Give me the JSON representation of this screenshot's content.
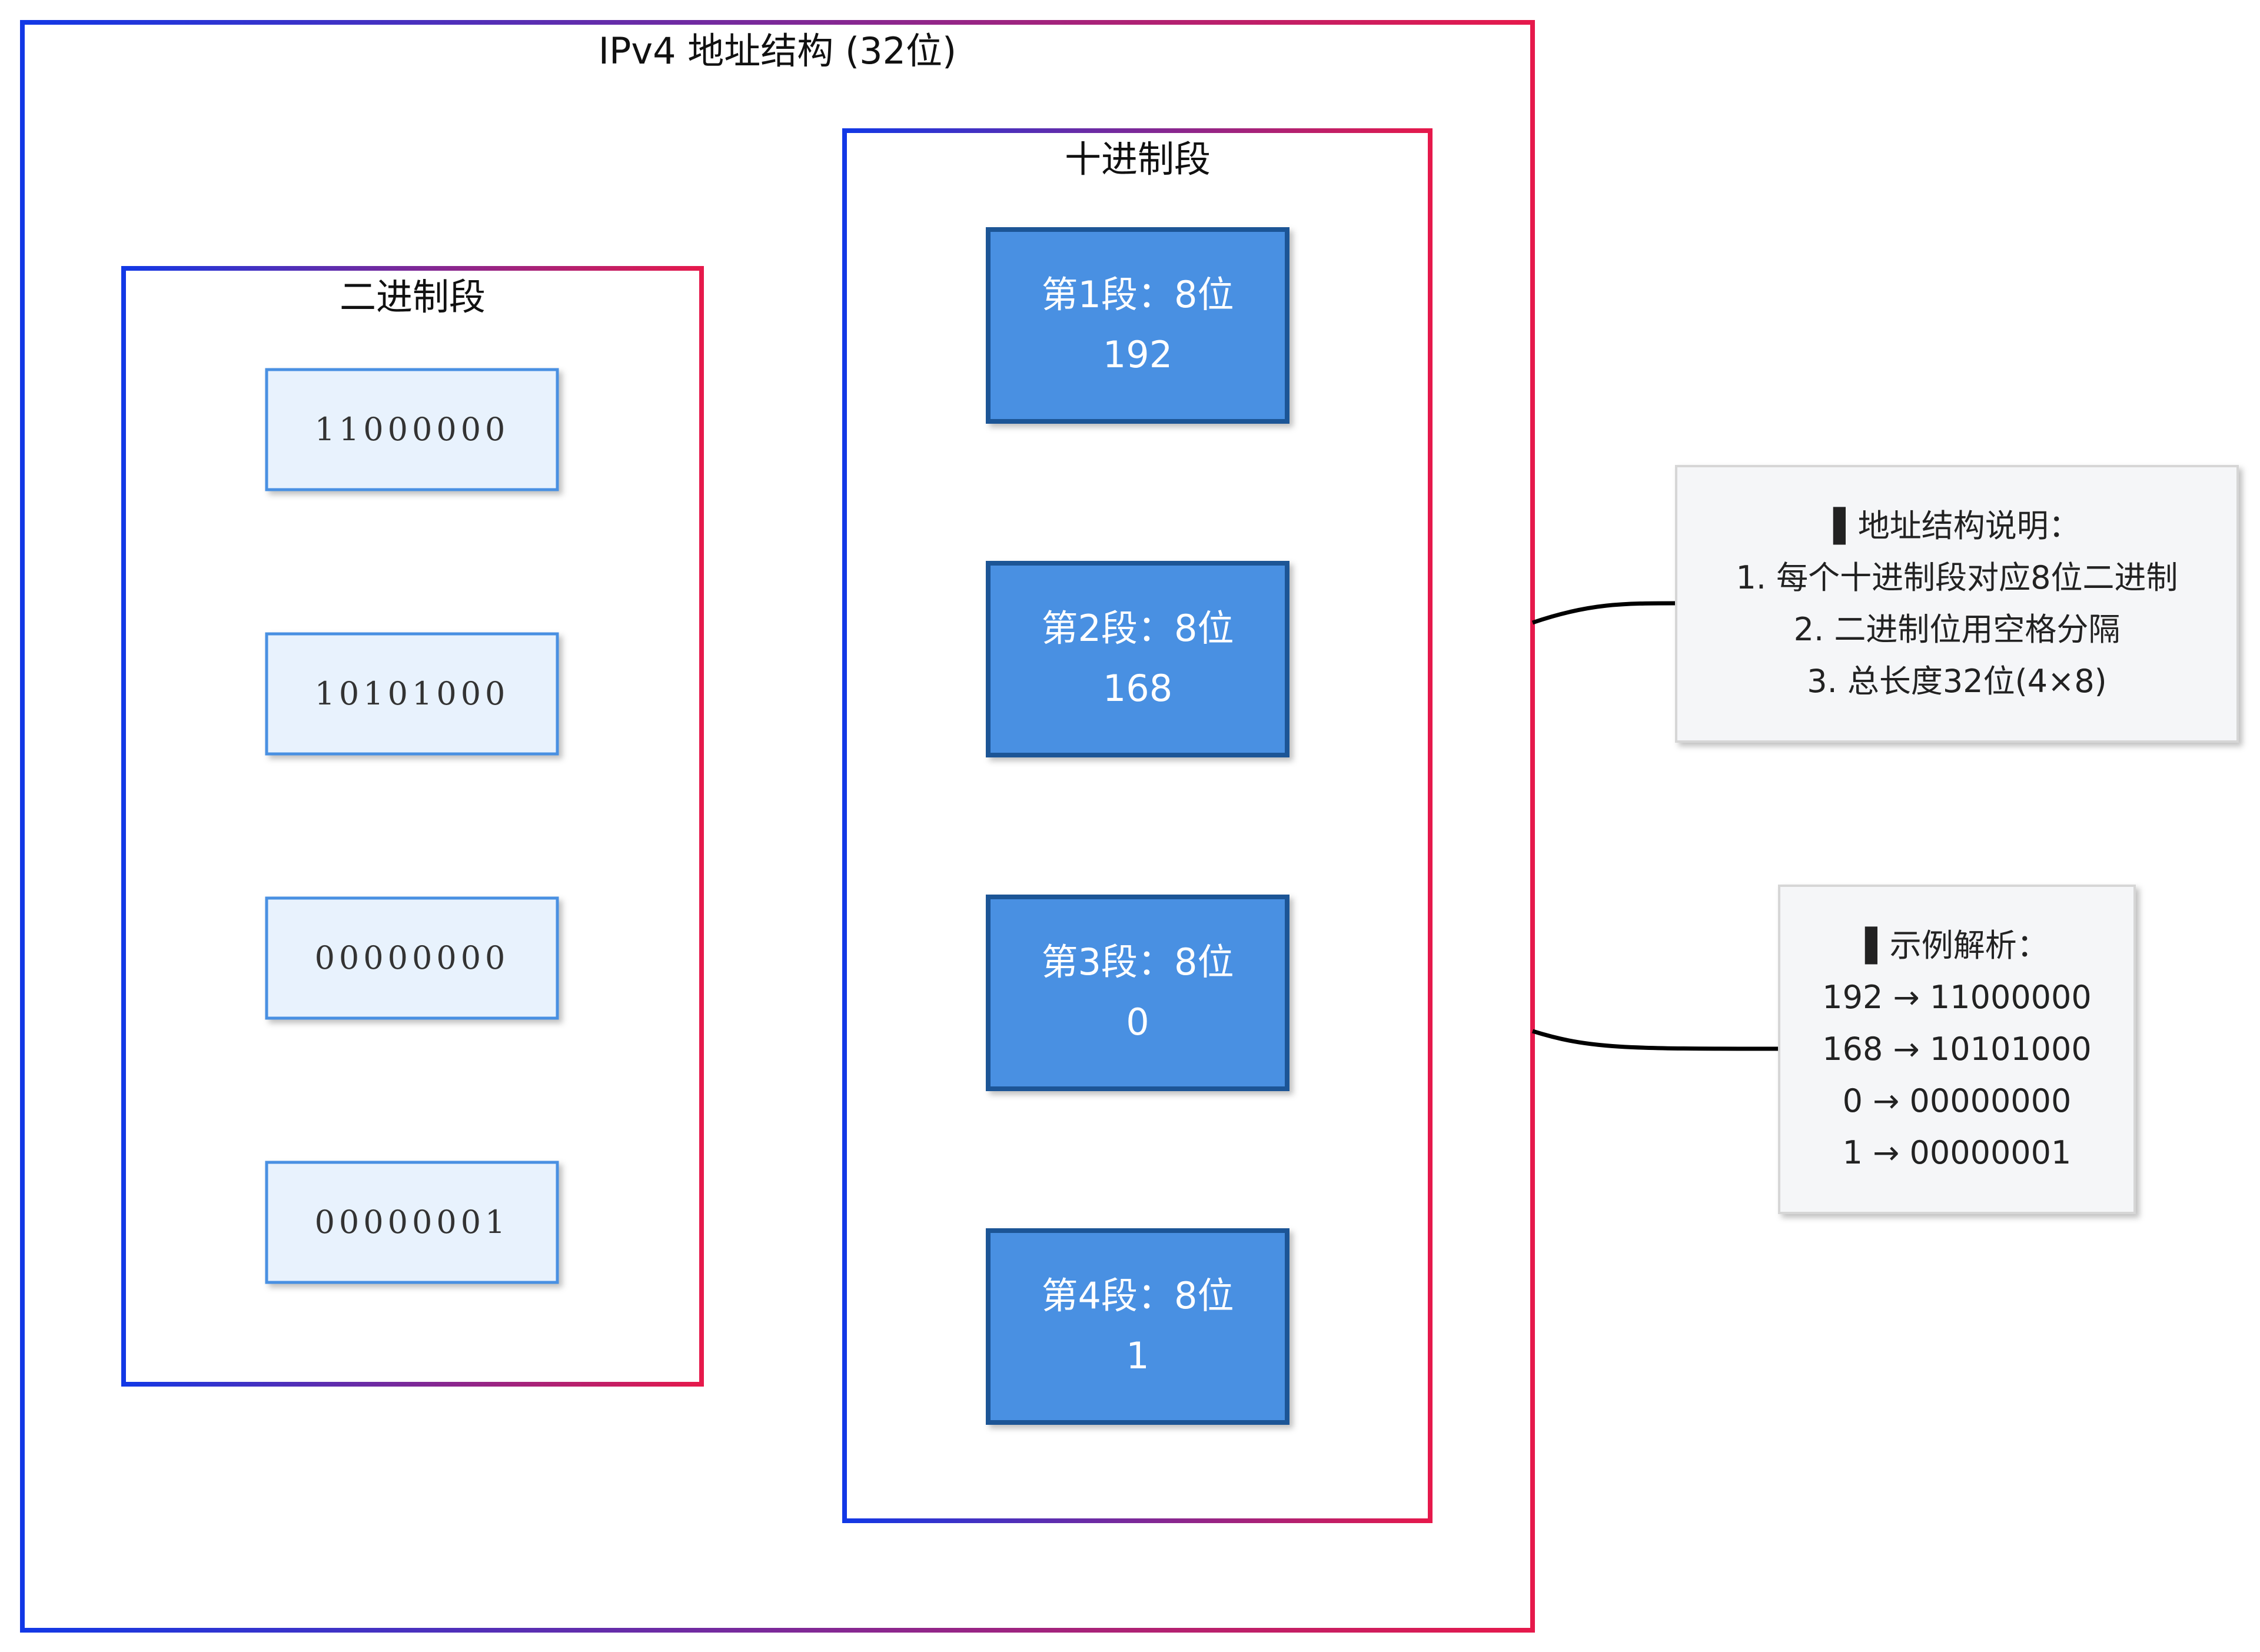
{
  "main_group": {
    "title": "IPv4 地址结构 (32位)"
  },
  "binary_group": {
    "title": "二进制段",
    "segments": [
      "11000000",
      "10101000",
      "00000000",
      "00000001"
    ]
  },
  "decimal_group": {
    "title": "十进制段",
    "segments": [
      {
        "label": "第1段：8位",
        "value": "192"
      },
      {
        "label": "第2段：8位",
        "value": "168"
      },
      {
        "label": "第3段：8位",
        "value": "0"
      },
      {
        "label": "第4段：8位",
        "value": "1"
      }
    ]
  },
  "notes": {
    "structure": {
      "title": "▌地址结构说明：",
      "lines": [
        "1. 每个十进制段对应8位二进制",
        "2. 二进制位用空格分隔",
        "3. 总长度32位(4×8)"
      ]
    },
    "example": {
      "title": "▌示例解析：",
      "lines": [
        "192 → 11000000",
        "168 → 10101000",
        "0 → 00000000",
        "1 → 00000001"
      ]
    }
  },
  "colors": {
    "border_start": "#1238e6",
    "border_end": "#e6194b",
    "binary_fill": "#e8f2fd",
    "binary_stroke": "#4a90e2",
    "decimal_fill": "#4a90e2",
    "decimal_stroke": "#1f5596",
    "note_fill": "#f5f6f8",
    "note_stroke": "#d6d6d6"
  }
}
